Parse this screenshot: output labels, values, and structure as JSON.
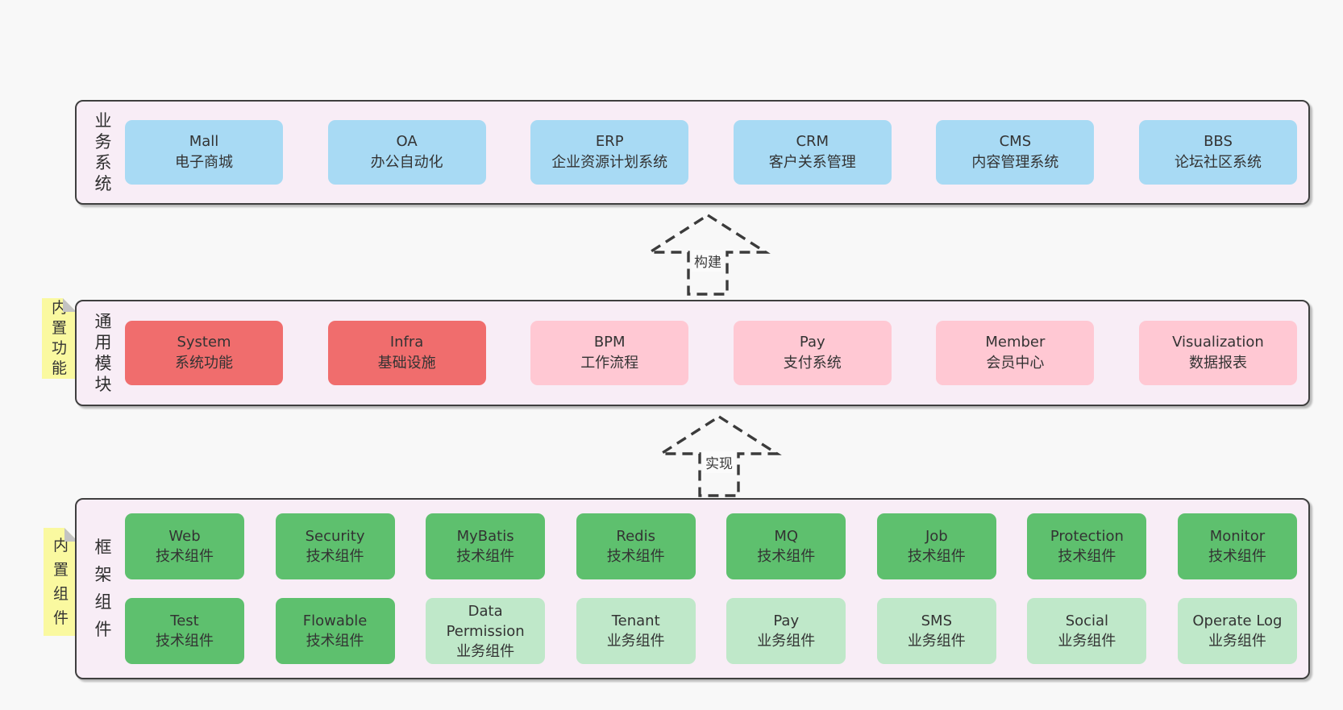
{
  "page": {
    "background": "#f8f8f8"
  },
  "colors": {
    "layer_bg": "#f8edf6",
    "layer_border": "#3f3f3f",
    "blue": "#a8daf4",
    "red": "#f06d6d",
    "pink": "#ffc8d3",
    "green": "#5ec06e",
    "light_green": "#bfe8c9",
    "note_bg": "#faf9a0",
    "note_fold": "#c3c3c3",
    "text": "#333333",
    "arrow": "#3b3b3b"
  },
  "arrows": [
    {
      "label": "构建"
    },
    {
      "label": "实现"
    }
  ],
  "layers": [
    {
      "label": "业务系统",
      "note": "",
      "rows": [
        [
          {
            "name": "Mall",
            "desc": "电子商城",
            "color": "blue"
          },
          {
            "name": "OA",
            "desc": "办公自动化",
            "color": "blue"
          },
          {
            "name": "ERP",
            "desc": "企业资源计划系统",
            "color": "blue"
          },
          {
            "name": "CRM",
            "desc": "客户关系管理",
            "color": "blue"
          },
          {
            "name": "CMS",
            "desc": "内容管理系统",
            "color": "blue"
          },
          {
            "name": "BBS",
            "desc": "论坛社区系统",
            "color": "blue"
          }
        ]
      ]
    },
    {
      "label": "通用模块",
      "note": "内置功能",
      "rows": [
        [
          {
            "name": "System",
            "desc": "系统功能",
            "color": "red"
          },
          {
            "name": "Infra",
            "desc": "基础设施",
            "color": "red"
          },
          {
            "name": "BPM",
            "desc": "工作流程",
            "color": "pink"
          },
          {
            "name": "Pay",
            "desc": "支付系统",
            "color": "pink"
          },
          {
            "name": "Member",
            "desc": "会员中心",
            "color": "pink"
          },
          {
            "name": "Visualization",
            "desc": "数据报表",
            "color": "pink"
          }
        ]
      ]
    },
    {
      "label": "框架组件",
      "note": "内置组件",
      "rows": [
        [
          {
            "name": "Web",
            "desc": "技术组件",
            "color": "green"
          },
          {
            "name": "Security",
            "desc": "技术组件",
            "color": "green"
          },
          {
            "name": "MyBatis",
            "desc": "技术组件",
            "color": "green"
          },
          {
            "name": "Redis",
            "desc": "技术组件",
            "color": "green"
          },
          {
            "name": "MQ",
            "desc": "技术组件",
            "color": "green"
          },
          {
            "name": "Job",
            "desc": "技术组件",
            "color": "green"
          },
          {
            "name": "Protection",
            "desc": "技术组件",
            "color": "green"
          },
          {
            "name": "Monitor",
            "desc": "技术组件",
            "color": "green"
          }
        ],
        [
          {
            "name": "Test",
            "desc": "技术组件",
            "color": "green"
          },
          {
            "name": "Flowable",
            "desc": "技术组件",
            "color": "green"
          },
          {
            "name": "Data Permission",
            "desc": "业务组件",
            "color": "light-green"
          },
          {
            "name": "Tenant",
            "desc": "业务组件",
            "color": "light-green"
          },
          {
            "name": "Pay",
            "desc": "业务组件",
            "color": "light-green"
          },
          {
            "name": "SMS",
            "desc": "业务组件",
            "color": "light-green"
          },
          {
            "name": "Social",
            "desc": "业务组件",
            "color": "light-green"
          },
          {
            "name": "Operate Log",
            "desc": "业务组件",
            "color": "light-green"
          }
        ]
      ]
    }
  ]
}
